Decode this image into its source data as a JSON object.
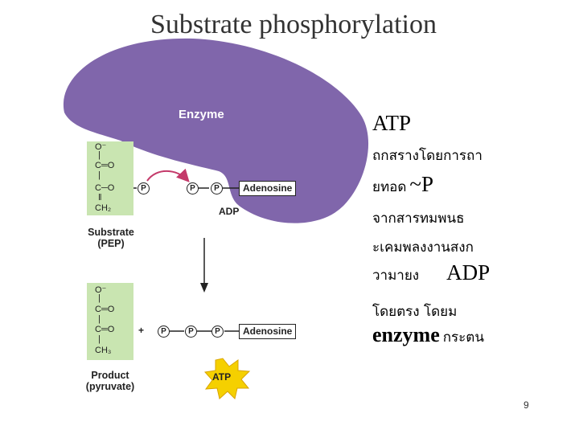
{
  "title": "Substrate phosphorylation",
  "diagram": {
    "enzyme_label": "Enzyme",
    "substrate_molecule": [
      "O⁻",
      "|",
      "C═O",
      "|",
      "C─O",
      "‖",
      "CH₂"
    ],
    "product_molecule": [
      "O⁻",
      "|",
      "C═O",
      "|",
      "C═O",
      "|",
      "CH₃"
    ],
    "phosphate_symbol": "P",
    "adenosine": "Adenosine",
    "adp_label": "ADP",
    "plus": "+",
    "substrate_label": [
      "Substrate",
      "(PEP)"
    ],
    "product_label": [
      "Product",
      "(pyruvate)"
    ],
    "atp_burst": "ATP",
    "colors": {
      "enzyme": "#8066ab",
      "molecule_bg": "#c9e5b1",
      "arrow_transfer": "#c43a6a"
    }
  },
  "text": {
    "atp": "ATP",
    "line1": "ถกสรางโดยการถา",
    "line2_thai": "ยทอด",
    "line2_symbol": "~P",
    "line3": "จากสารทมพนธ",
    "line4": "ะเคมพลงงานสงก",
    "line5_thai": "วามายง",
    "line5_adp": "ADP",
    "line6": "โดยตรง โดยม",
    "line7_enzyme": "enzyme",
    "line7_thai": "กระตน"
  },
  "page_number": "9"
}
